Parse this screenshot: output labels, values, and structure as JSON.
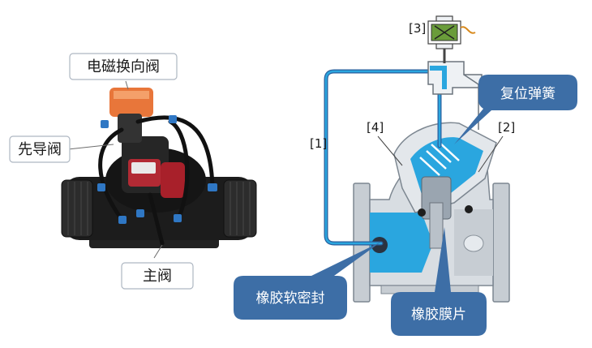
{
  "left_labels": {
    "solenoid": "电磁换向阀",
    "pilot": "先导阀",
    "main": "主阀"
  },
  "right_labels": {
    "ref1": "[1]",
    "ref2": "[2]",
    "ref3": "[3]",
    "ref4": "[4]",
    "spring": "复位弹簧",
    "seal": "橡胶软密封",
    "diaphragm": "橡胶膜片"
  },
  "colors": {
    "callout_fill": "#3d6ea6",
    "callout_text": "#ffffff",
    "water_blue": "#2aa6df",
    "body_gray": "#c7cdd3",
    "valve_black": "#1e1e1e",
    "accent_orange": "#e8763a",
    "accent_red": "#c0262f"
  }
}
